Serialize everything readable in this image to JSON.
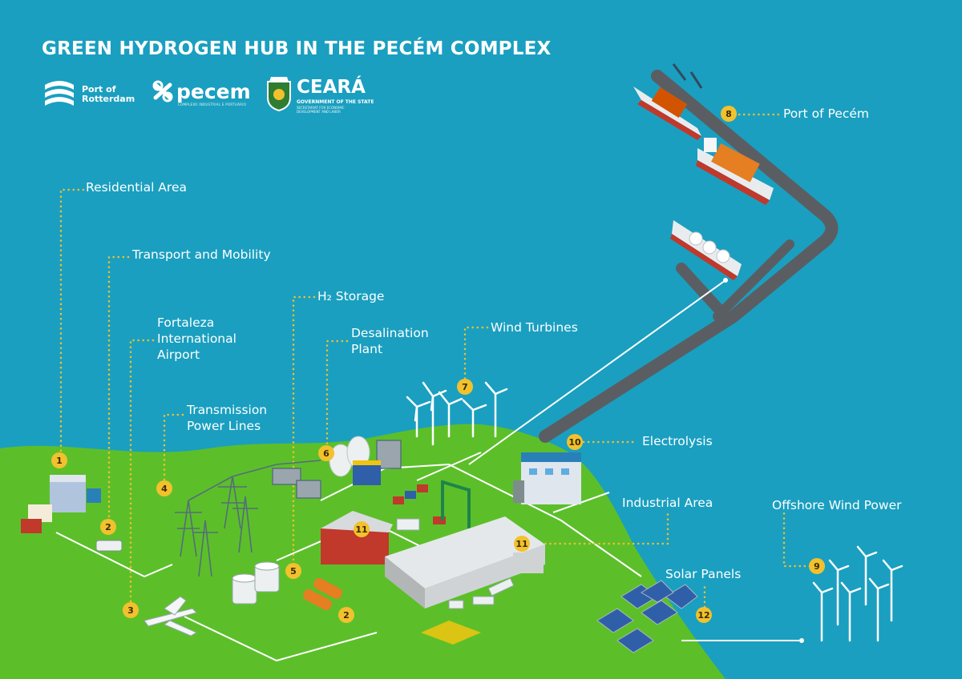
{
  "title": "GREEN HYDROGEN HUB IN THE PECÉM COMPLEX",
  "logos": {
    "rotterdam": {
      "line1": "Port of",
      "line2": "Rotterdam"
    },
    "pecem": {
      "name": "pecem",
      "tagline": "COMPLEXO INDUSTRIAL E PORTUÁRIO"
    },
    "ceara": {
      "name": "CEARÁ",
      "sub": "GOVERNMENT OF THE STATE",
      "sub2_line1": "SECRETARIAT FOR ECONOMIC",
      "sub2_line2": "DEVELOPMENT AND LABOR"
    }
  },
  "colors": {
    "sea": "#1a9fc0",
    "land": "#5cbf2a",
    "accent": "#f2c12e",
    "pier": "#5a5e63"
  },
  "labels": {
    "residential": "Residential Area",
    "transport": "Transport and Mobility",
    "airport_1": "Fortaleza",
    "airport_2": "International",
    "airport_3": "Airport",
    "transmission_1": "Transmission",
    "transmission_2": "Power Lines",
    "h2": "H₂ Storage",
    "desal_1": "Desalination",
    "desal_2": "Plant",
    "wind": "Wind Turbines",
    "port": "Port of Pecém",
    "electrolysis": "Electrolysis",
    "industrial": "Industrial Area",
    "offshore": "Offshore Wind Power",
    "solar": "Solar Panels"
  },
  "badges": {
    "b1": "1",
    "b2a": "2",
    "b2b": "2",
    "b3": "3",
    "b4": "4",
    "b5": "5",
    "b6": "6",
    "b7": "7",
    "b8": "8",
    "b9": "9",
    "b10": "10",
    "b11a": "11",
    "b11b": "11",
    "b12": "12"
  }
}
